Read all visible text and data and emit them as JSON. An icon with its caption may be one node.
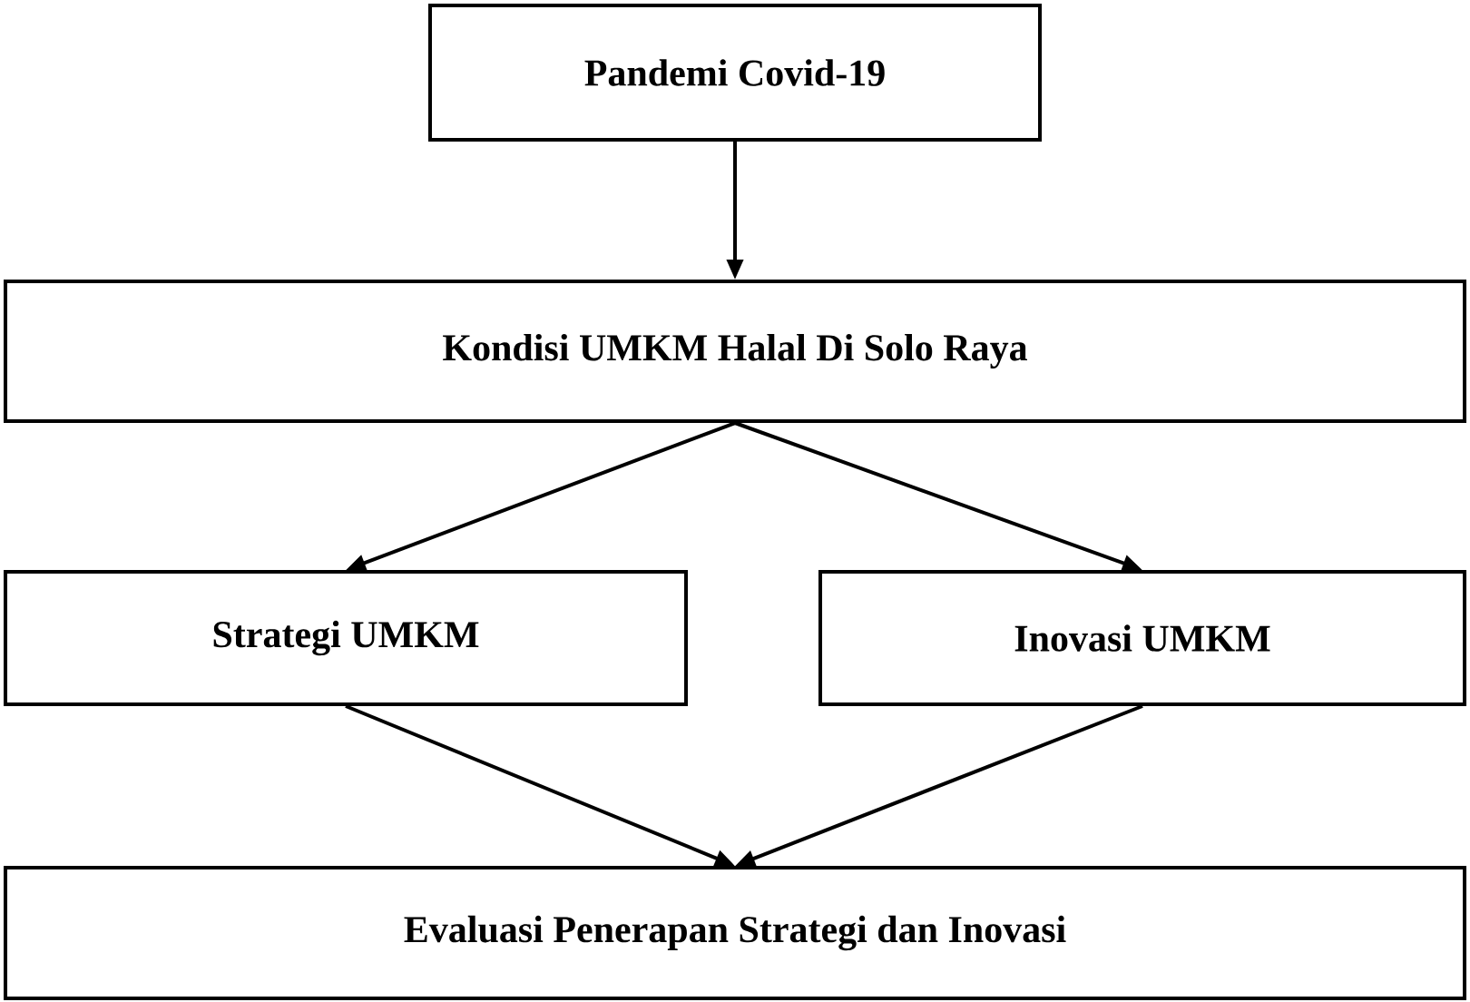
{
  "diagram": {
    "nodes": [
      {
        "text": [
          "Pandemi Covid-19"
        ]
      },
      {
        "text": [
          "Kondisi UMKM Halal Di Solo Raya"
        ]
      },
      {
        "text": [
          "Strategi UMKM"
        ]
      },
      {
        "text": [
          "Inovasi UMKM"
        ]
      },
      {
        "text": [
          "Evaluasi Penerapan Strategi dan Inovasi"
        ]
      }
    ],
    "edges": [
      {
        "from": 0,
        "to": 1,
        "arrow": "to"
      },
      {
        "from": 1,
        "to": 2,
        "arrow": "to"
      },
      {
        "from": 1,
        "to": 3,
        "arrow": "to"
      },
      {
        "from": 2,
        "to": 4,
        "arrow": "to"
      },
      {
        "from": 3,
        "to": 4,
        "arrow": "to"
      }
    ]
  }
}
